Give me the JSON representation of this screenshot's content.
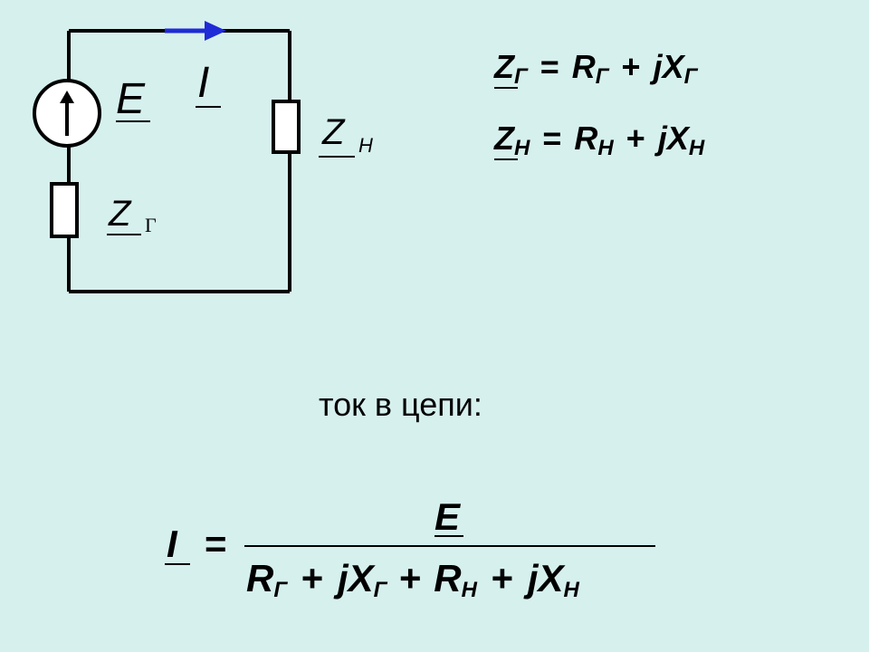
{
  "circuit": {
    "source_label": "E",
    "current_label": "I",
    "load_label": "Z",
    "load_sub": "Н",
    "gen_label": "Z",
    "gen_sub": "Г"
  },
  "equations": {
    "eq1": {
      "lhs": "Z",
      "lhs_sub": "Г",
      "op": "=",
      "r": "R",
      "r_sub": "Г",
      "plus": "+",
      "jx": "jX",
      "jx_sub": "Г"
    },
    "eq2": {
      "lhs": "Z",
      "lhs_sub": "Н",
      "op": "=",
      "r": "R",
      "r_sub": "Н",
      "plus": "+",
      "jx": "jX",
      "jx_sub": "Н"
    }
  },
  "caption": "ток в цепи:",
  "main_formula": {
    "lhs": "I",
    "op": "=",
    "numerator": "E",
    "den": {
      "t1": "R",
      "t1_sub": "Г",
      "p1": "+",
      "t2": "jX",
      "t2_sub": "Г",
      "p2": "+",
      "t3": "R",
      "t3_sub": "Н",
      "p3": "+",
      "t4": "jX",
      "t4_sub": "Н"
    }
  },
  "colors": {
    "background": "#d6f0ee",
    "wire": "#000000",
    "current_arrow": "#1f2bd6"
  }
}
